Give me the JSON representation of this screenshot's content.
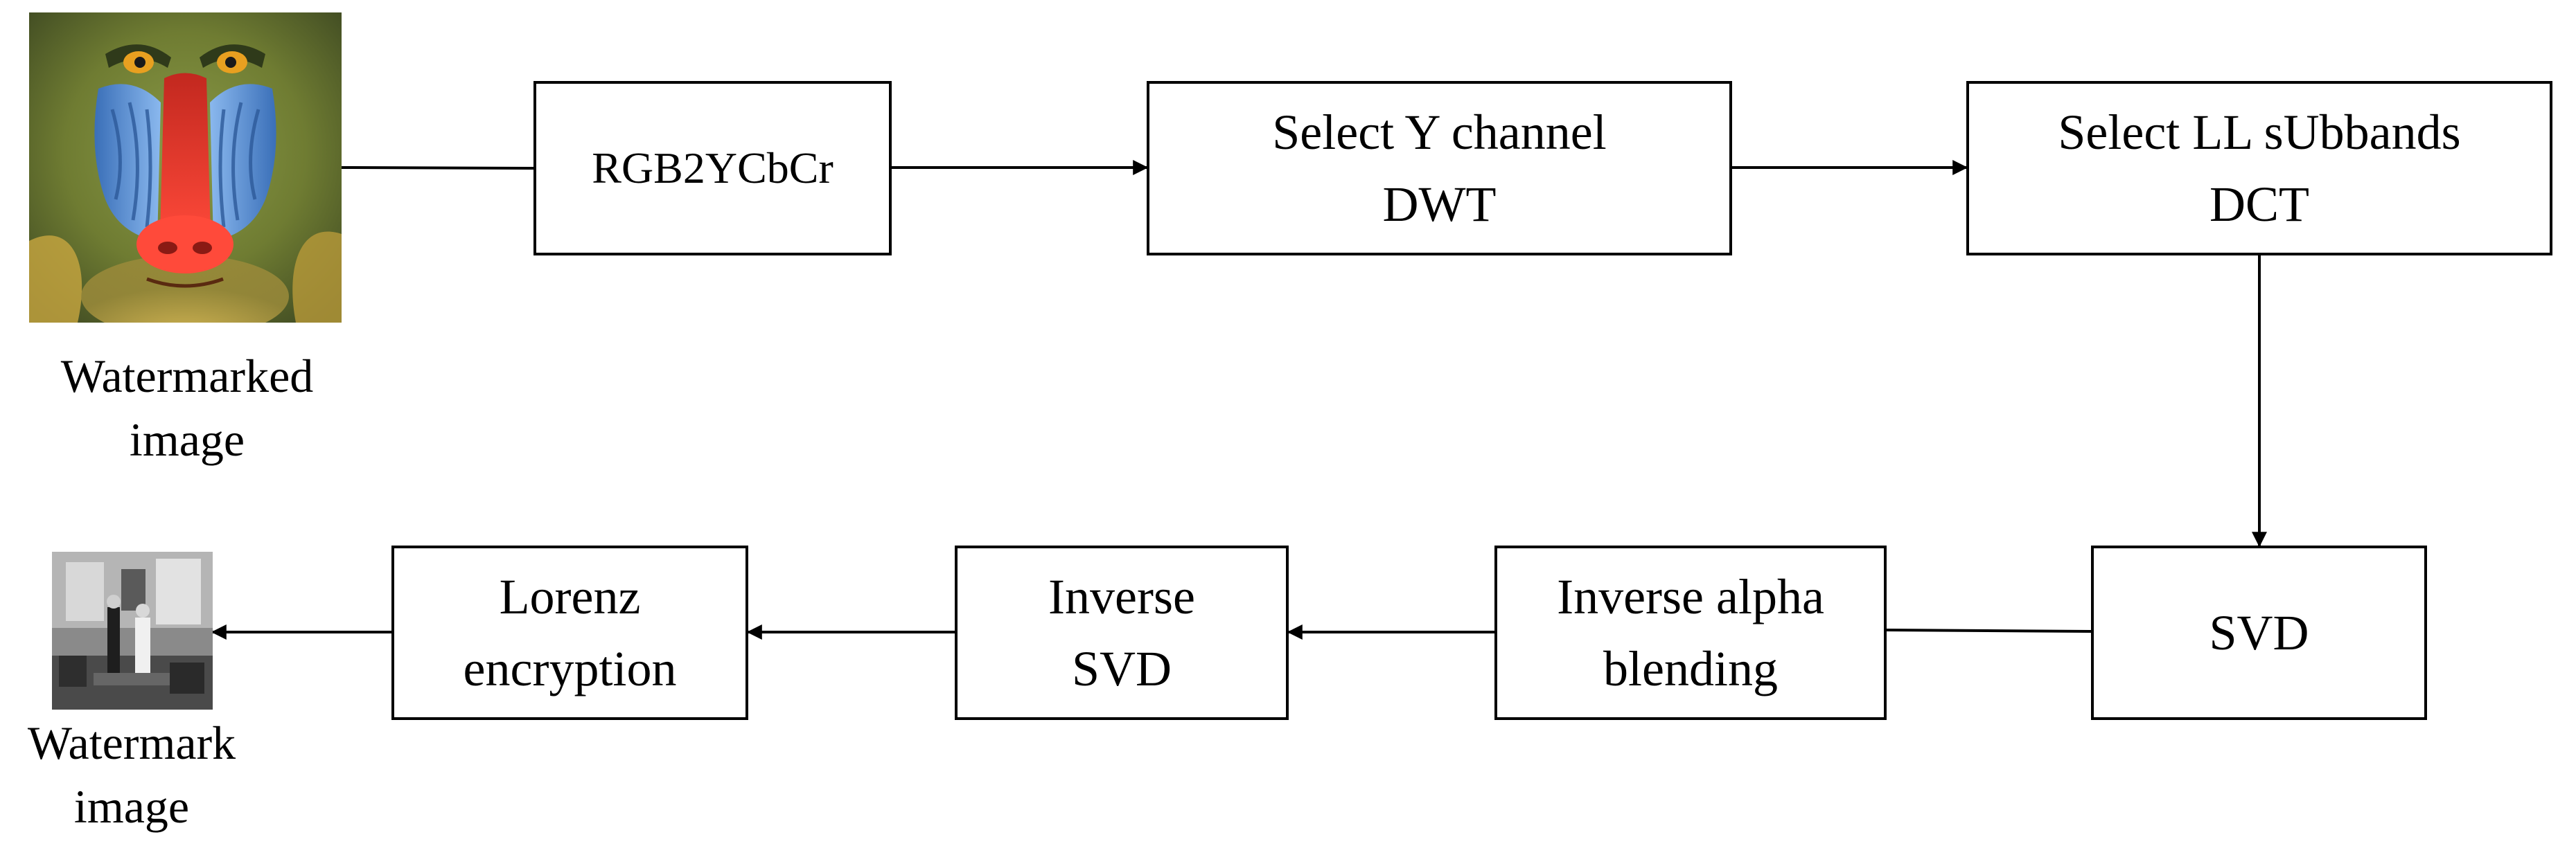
{
  "inputs": {
    "watermarked_image_caption_line1": "Watermarked",
    "watermarked_image_caption_line2": "image"
  },
  "outputs": {
    "watermark_image_caption_line1": "Watermark",
    "watermark_image_caption_line2": "image"
  },
  "steps": {
    "rgb2ycbcr": {
      "line1": "RGB2YCbCr"
    },
    "select_y_dwt": {
      "line1": "Select Y channel",
      "line2": "DWT"
    },
    "select_ll_dct": {
      "line1": "Select LL sUbbands",
      "line2": "DCT"
    },
    "svd": {
      "line1": "SVD"
    },
    "inverse_alpha": {
      "line1": "Inverse alpha",
      "line2": "blending"
    },
    "inverse_svd": {
      "line1": "Inverse",
      "line2": "SVD"
    },
    "lorenz": {
      "line1": "Lorenz",
      "line2": "encryption"
    }
  },
  "pictures": {
    "watermarked": "mandrill-photo",
    "watermark": "black-and-white-interior-photo"
  },
  "colors": {
    "line": "#000000",
    "mandrill_nose": "#e8352e",
    "mandrill_cheek": "#5a8fd8",
    "mandrill_fur": "#7d8a3a"
  }
}
